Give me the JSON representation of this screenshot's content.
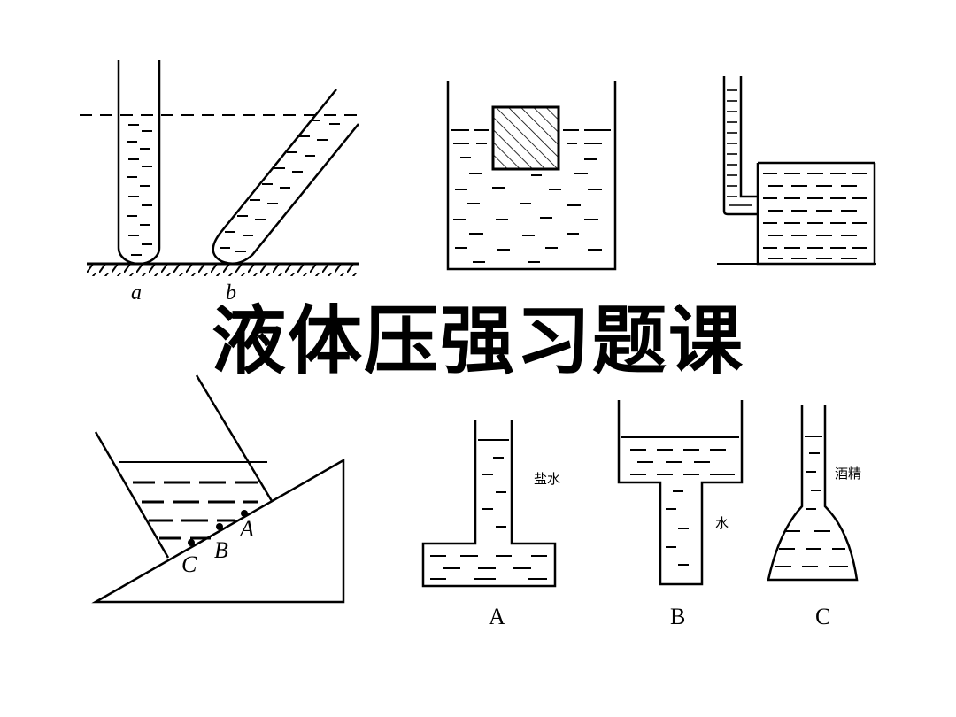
{
  "title": "液体压强习题课",
  "figure_tubes": {
    "label_a": "a",
    "label_b": "b"
  },
  "figure_incline": {
    "label_A": "A",
    "label_B": "B",
    "label_C": "C"
  },
  "figure_containers": {
    "label_A": "A",
    "label_B": "B",
    "label_C": "C",
    "liquid_A": "盐水",
    "liquid_B": "水",
    "liquid_C": "酒精"
  }
}
